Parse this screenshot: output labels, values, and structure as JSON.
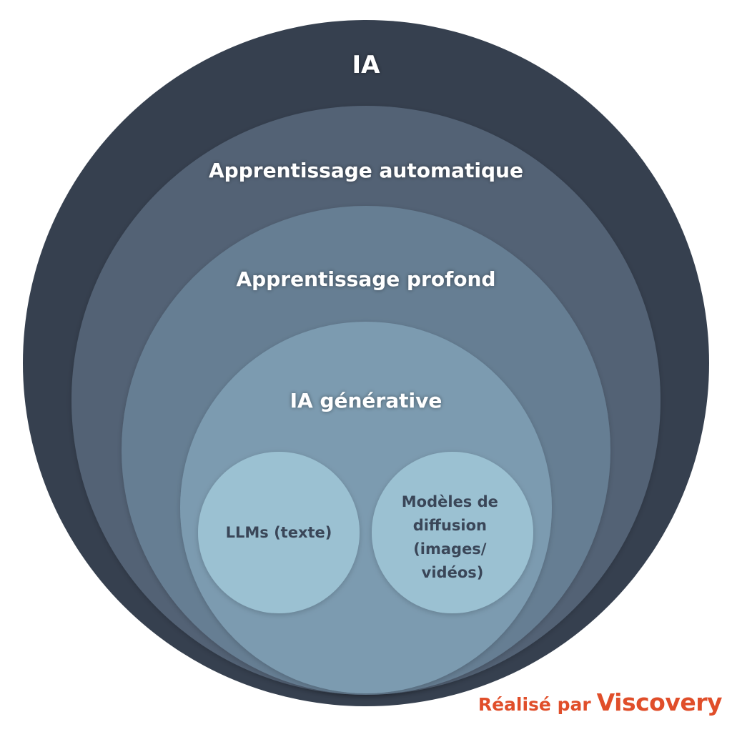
{
  "circles": {
    "ia": {
      "label": "IA",
      "color": "#36404f"
    },
    "ml": {
      "label": "Apprentissage automatique",
      "color": "#536275"
    },
    "dl": {
      "label": "Apprentissage profond",
      "color": "#667e93"
    },
    "genai": {
      "label": "IA générative",
      "color": "#7b9bb0"
    },
    "llm": {
      "label": "LLMs (texte)",
      "color": "#9bc1d2"
    },
    "diffusion": {
      "lines": [
        "Modèles de",
        "diffusion",
        "(images/",
        "vidéos)"
      ],
      "color": "#9bc1d2"
    }
  },
  "credit": {
    "prefix": "Réalisé par",
    "brand": "Viscovery",
    "color": "#e04e2a"
  }
}
